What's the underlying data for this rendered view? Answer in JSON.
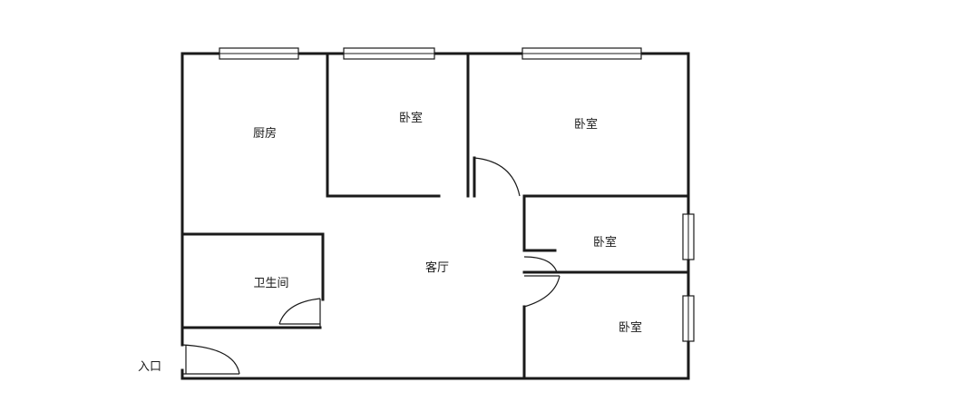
{
  "rooms": {
    "kitchen": "厨房",
    "bedroom_top_middle": "卧室",
    "bedroom_top_right": "卧室",
    "bathroom": "卫生间",
    "living_room": "客厅",
    "bedroom_middle_right": "卧室",
    "bedroom_bottom_right": "卧室"
  },
  "entrance": "入口",
  "colors": {
    "wall": "#1a1a1a",
    "background": "#ffffff"
  }
}
